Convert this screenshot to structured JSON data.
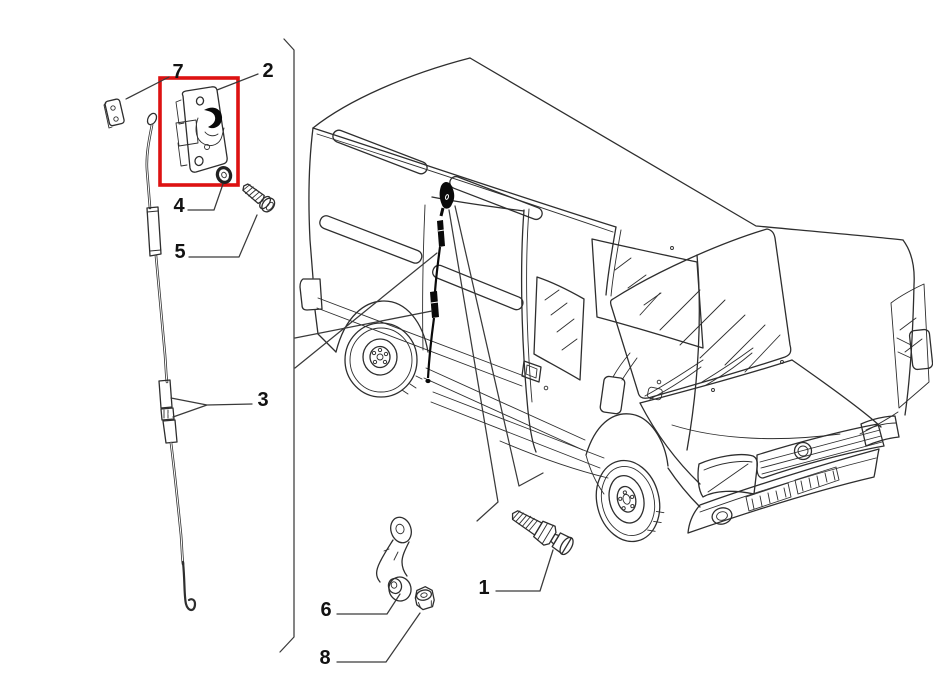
{
  "diagram": {
    "callouts": [
      {
        "num": "1"
      },
      {
        "num": "2"
      },
      {
        "num": "3"
      },
      {
        "num": "4"
      },
      {
        "num": "5"
      },
      {
        "num": "6"
      },
      {
        "num": "7"
      },
      {
        "num": "8"
      }
    ],
    "colors": {
      "highlight": "#dd1212",
      "line": "#2e2e2e",
      "cable": "#0a0a0a",
      "background": "#ffffff"
    }
  }
}
